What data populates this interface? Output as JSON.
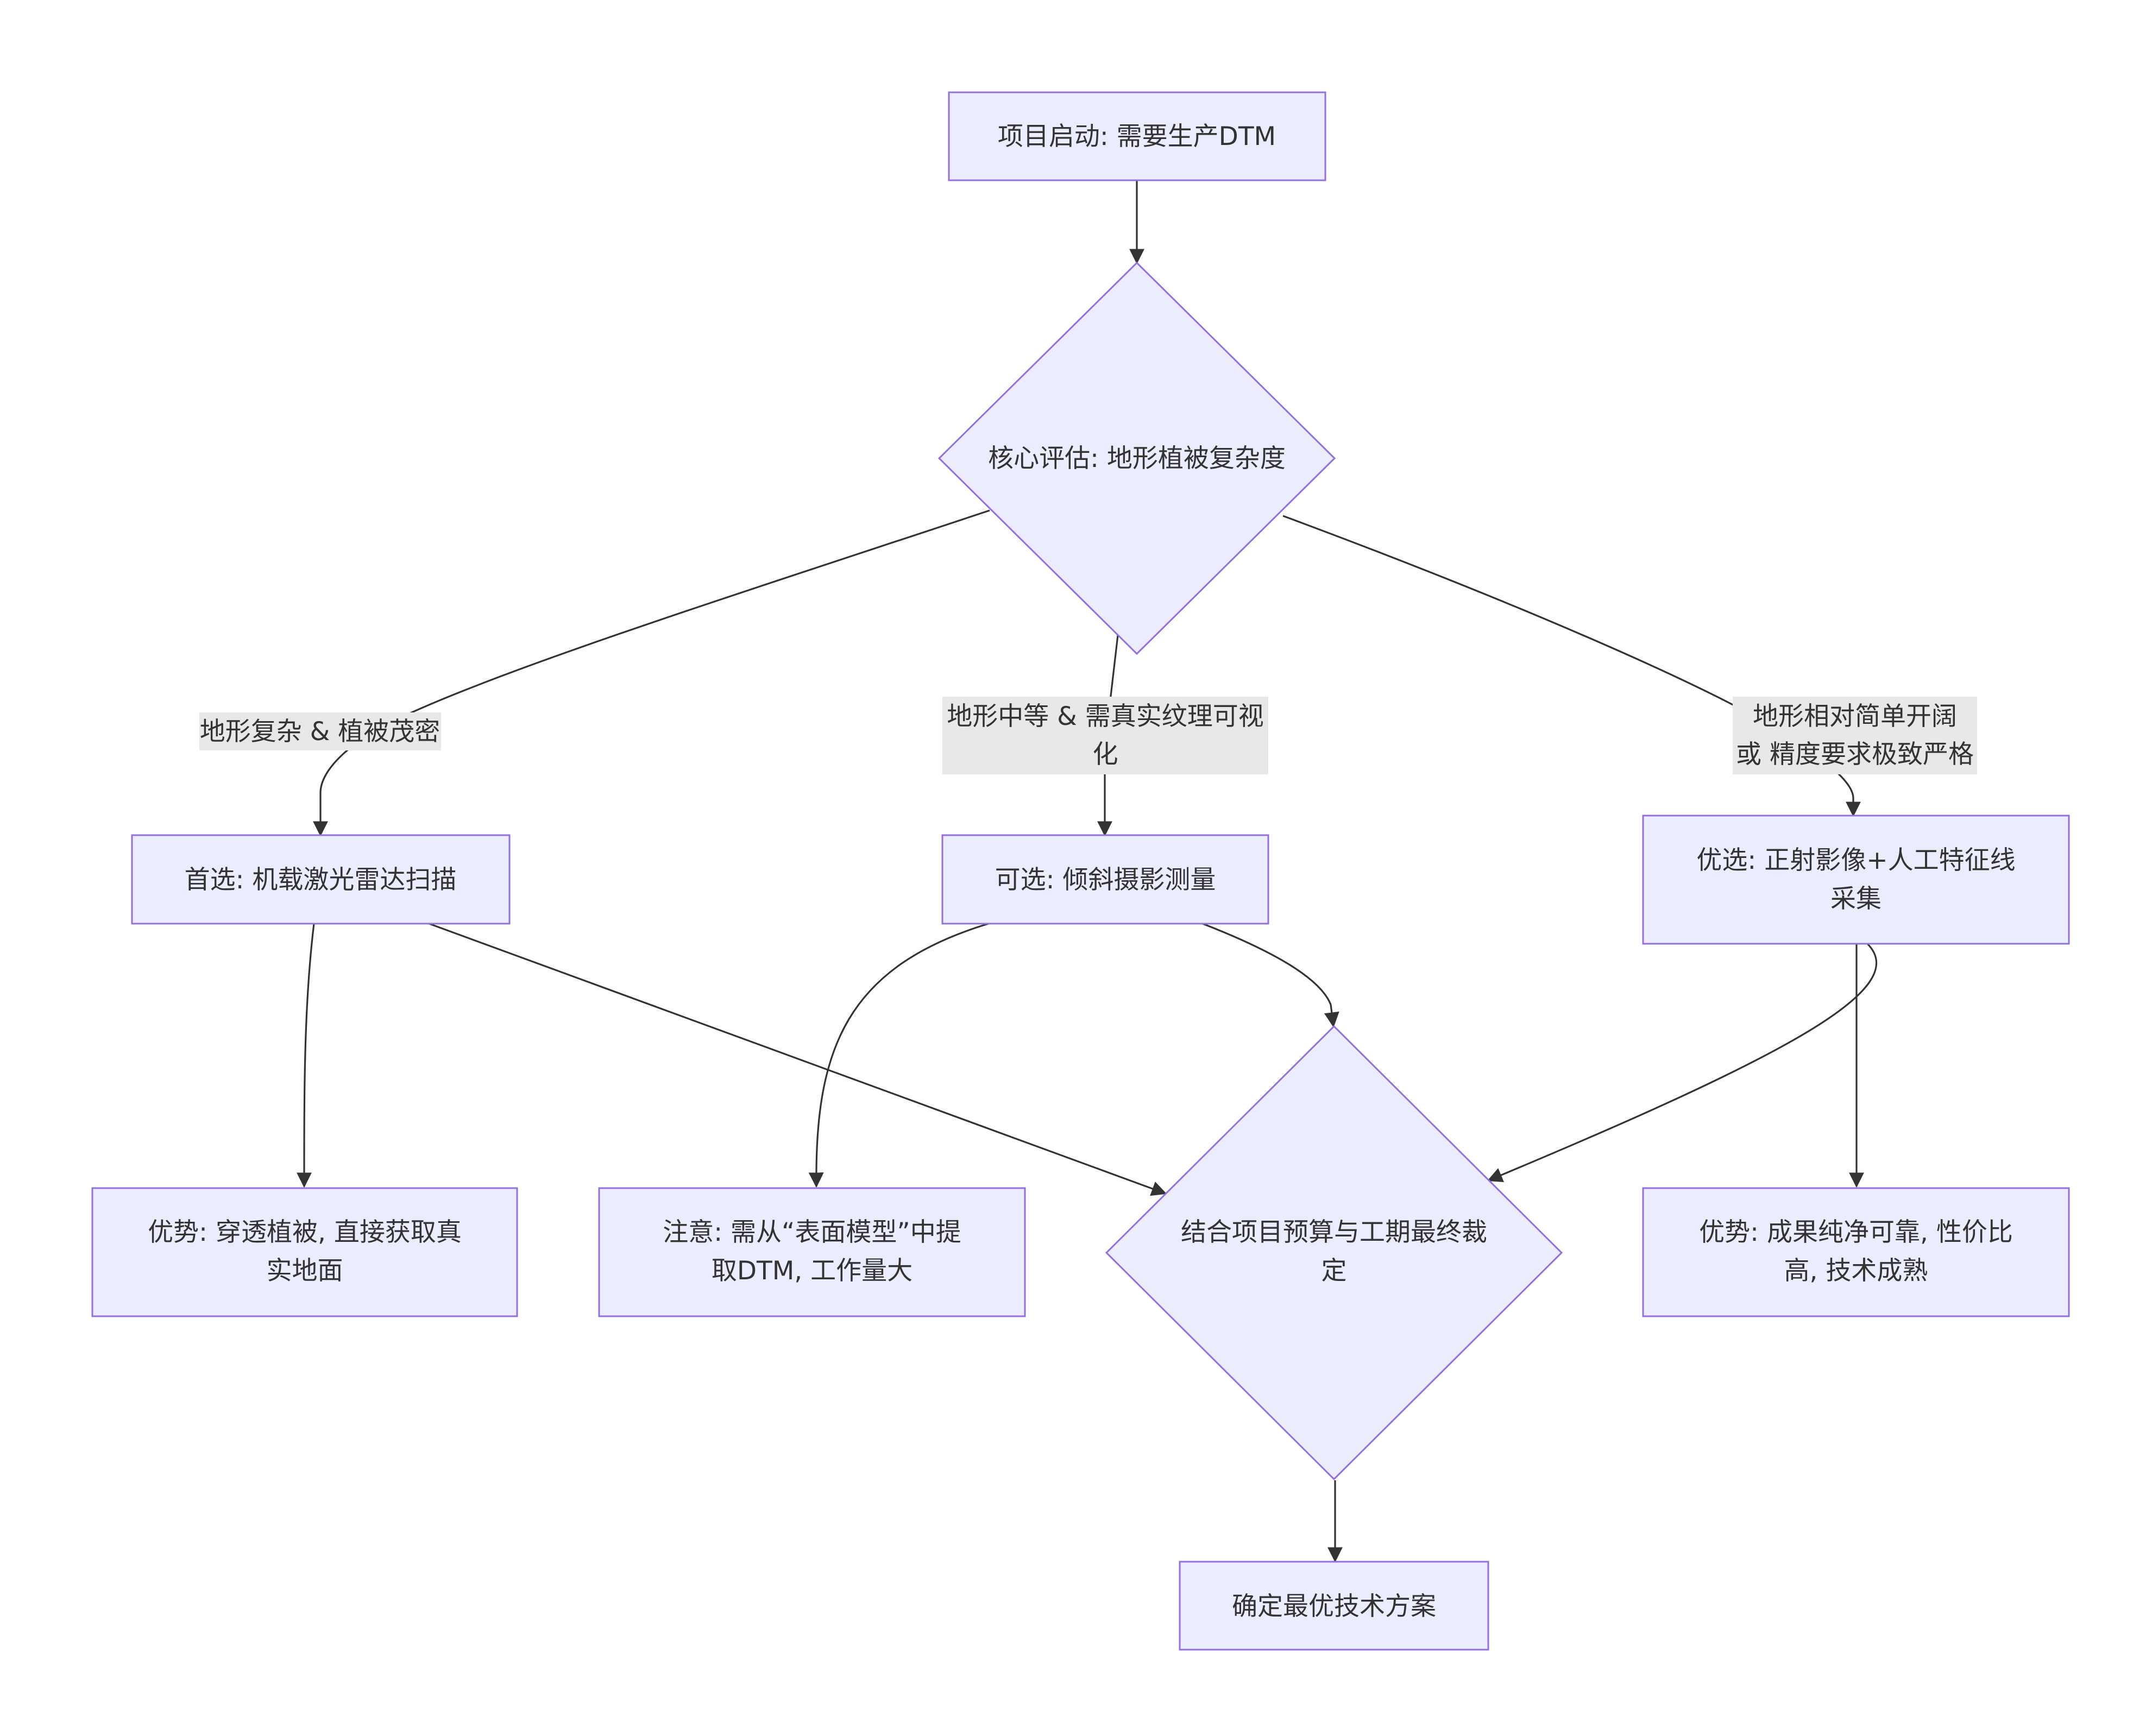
{
  "nodes": {
    "start": {
      "lines": [
        "项目启动: 需要生产DTM"
      ]
    },
    "assess": {
      "lines": [
        "核心评估: 地形植被复杂度"
      ]
    },
    "lidar": {
      "lines": [
        "首选: 机载激光雷达扫描"
      ]
    },
    "oblique": {
      "lines": [
        "可选: 倾斜摄影测量"
      ]
    },
    "ortho": {
      "lines": [
        "优选: 正射影像+人工特征线",
        "采集"
      ]
    },
    "lidar_adv": {
      "lines": [
        "优势: 穿透植被, 直接获取真",
        "实地面"
      ]
    },
    "oblique_note": {
      "lines": [
        "注意: 需从“表面模型”中提",
        "取DTM, 工作量大"
      ]
    },
    "final_decision": {
      "lines": [
        "结合项目预算与工期最终裁",
        "定"
      ]
    },
    "ortho_adv": {
      "lines": [
        "优势: 成果纯净可靠, 性价比",
        "高, 技术成熟"
      ]
    },
    "result": {
      "lines": [
        "确定最优技术方案"
      ]
    }
  },
  "edge_labels": {
    "complex": {
      "lines": [
        "地形复杂 & 植被茂密"
      ]
    },
    "medium": {
      "lines": [
        "地形中等 & 需真实纹理可视",
        "化"
      ]
    },
    "simple": {
      "lines": [
        "地形相对简单开阔",
        "或 精度要求极致严格"
      ]
    }
  },
  "colors": {
    "node_fill": "#ECECFF",
    "node_stroke": "#9370DB",
    "edge": "#333333",
    "edge_label_bg": "#E8E8E8"
  }
}
